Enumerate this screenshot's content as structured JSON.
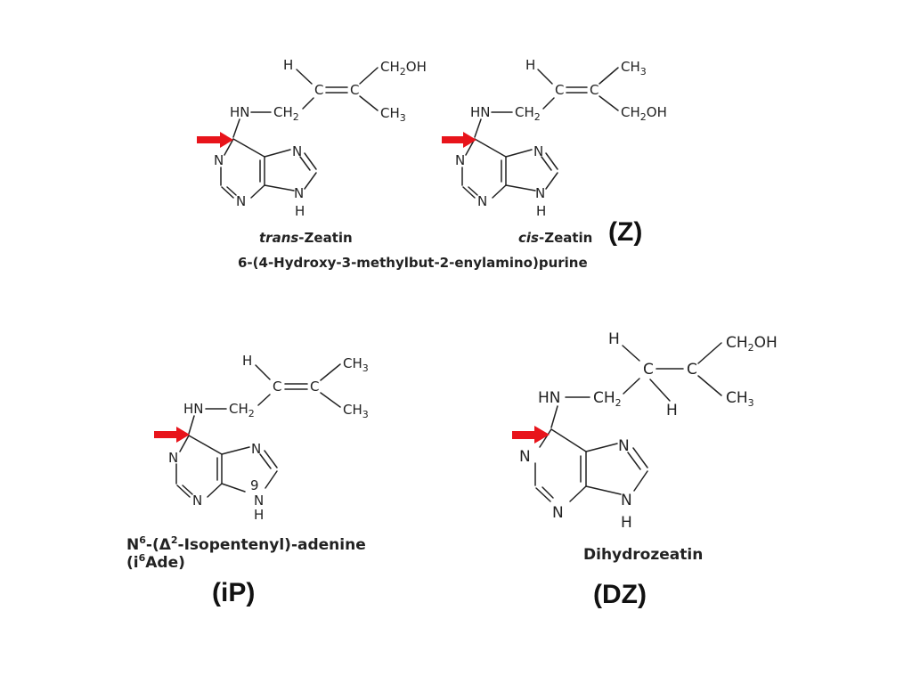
{
  "molecules": {
    "trans_zeatin": {
      "caption_prefix": "trans",
      "caption_suffix": "-Zeatin",
      "atoms": {
        "h": "H",
        "c1": "C",
        "c2": "C",
        "ch2oh_c": "CH",
        "ch2oh_sub": "2",
        "ch2oh_oh": "OH",
        "ch3_c": "CH",
        "ch3_sub": "3",
        "hn": "HN",
        "ch2_c": "CH",
        "ch2_sub": "2",
        "n1": "N",
        "n3": "N",
        "n7": "N",
        "n9": "N",
        "h9": "H"
      }
    },
    "cis_zeatin": {
      "caption_prefix": "cis",
      "caption_suffix": "-Zeatin",
      "atoms": {
        "h": "H",
        "c1": "C",
        "c2": "C",
        "ch3_c": "CH",
        "ch3_sub": "3",
        "ch2oh_c": "CH",
        "ch2oh_sub": "2",
        "ch2oh_oh": "OH",
        "hn": "HN",
        "ch2_c": "CH",
        "ch2_sub": "2",
        "n1": "N",
        "n3": "N",
        "n7": "N",
        "n9": "N",
        "h9": "H"
      }
    },
    "zeatin_shared": {
      "systematic_name": "6-(4-Hydroxy-3-methylbut-2-enylamino)purine",
      "abbrev": "(Z)"
    },
    "isopentenyl_adenine": {
      "caption_line1_a": "N",
      "caption_line1_sup1": "6",
      "caption_line1_b": "-(Δ",
      "caption_line1_sup2": "2",
      "caption_line1_c": "-Isopentenyl)-adenine",
      "caption_line2_a": "(i",
      "caption_line2_sup": "6",
      "caption_line2_b": "Ade)",
      "abbrev": "(iP)",
      "position_label": "9",
      "atoms": {
        "h": "H",
        "c1": "C",
        "c2": "C",
        "ch3a_c": "CH",
        "ch3a_sub": "3",
        "ch3b_c": "CH",
        "ch3b_sub": "3",
        "hn": "HN",
        "ch2_c": "CH",
        "ch2_sub": "2",
        "n1": "N",
        "n3": "N",
        "n7": "N",
        "n9": "N",
        "h9": "H"
      }
    },
    "dihydrozeatin": {
      "caption": "Dihydrozeatin",
      "abbrev": "(DZ)",
      "atoms": {
        "h": "H",
        "c1": "C",
        "c2": "C",
        "h_low": "H",
        "ch2oh_c": "CH",
        "ch2oh_sub": "2",
        "ch2oh_oh": "OH",
        "ch3_c": "CH",
        "ch3_sub": "3",
        "hn": "HN",
        "ch2_c": "CH",
        "ch2_sub": "2",
        "n1": "N",
        "n3": "N",
        "n7": "N",
        "n9": "N",
        "h9": "H"
      }
    }
  },
  "colors": {
    "arrow": "#e8141b",
    "ink": "#222222"
  },
  "icons": {
    "pointer": "red-right-arrow-icon"
  }
}
